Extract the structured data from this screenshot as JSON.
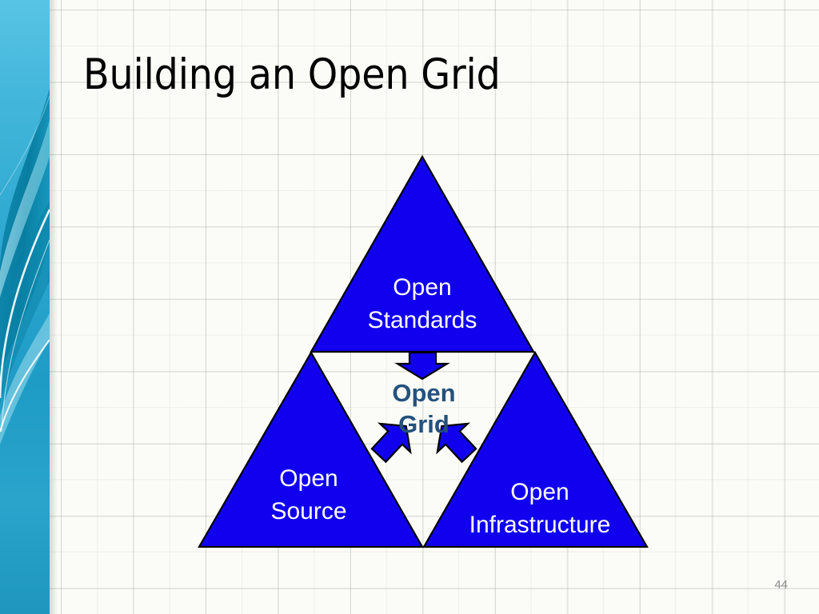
{
  "slide": {
    "title": "Building an Open Grid",
    "page_number": "44",
    "background_color": "#FBFBF7",
    "grid_line_color": "#969B91"
  },
  "sidebar": {
    "name": "decorative-blue-band",
    "top_color": "#4DBDE0",
    "mid_color": "#1895BB",
    "bottom_color": "#2AA8CE",
    "swoosh_color": "#FFFFFF"
  },
  "diagram": {
    "type": "triangle-hierarchy",
    "shape_fill": "#1100EE",
    "shape_stroke": "#000000",
    "label_color": "#FFFFFF",
    "center_label_color": "#24517C",
    "triangles": [
      {
        "id": "open-standards",
        "label": "Open\nStandards",
        "position": "top"
      },
      {
        "id": "open-source",
        "label": "Open\nSource",
        "position": "bottom-left"
      },
      {
        "id": "open-infrastructure",
        "label": "Open\nInfrastructure",
        "position": "bottom-right"
      }
    ],
    "center": {
      "id": "open-grid",
      "label": "Open\nGrid"
    },
    "arrows": [
      {
        "id": "arrow-down",
        "direction": "down",
        "from": "open-standards",
        "to": "open-grid"
      },
      {
        "id": "arrow-up-right",
        "direction": "up-right",
        "from": "open-source",
        "to": "open-grid"
      },
      {
        "id": "arrow-up-left",
        "direction": "up-left",
        "from": "open-infrastructure",
        "to": "open-grid"
      }
    ]
  }
}
